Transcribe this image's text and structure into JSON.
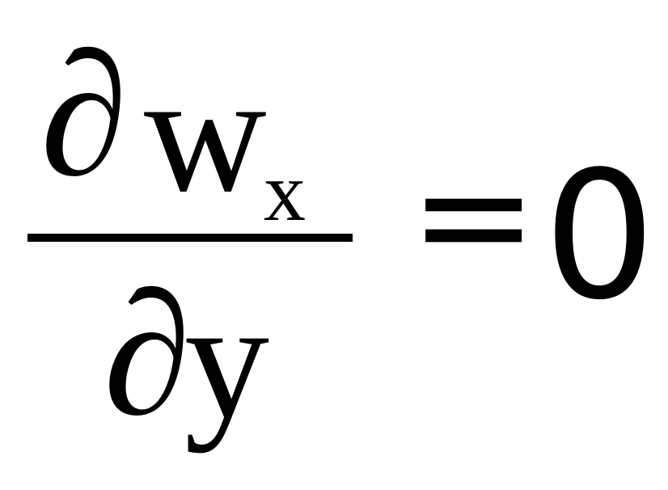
{
  "equation": {
    "numerator": {
      "partial": "∂",
      "variable": "w",
      "subscript": "x"
    },
    "denominator": {
      "partial": "∂",
      "variable": "y"
    },
    "relation": "=",
    "rhs": "0"
  },
  "colors": {
    "text": "#000000",
    "background": "#ffffff"
  }
}
